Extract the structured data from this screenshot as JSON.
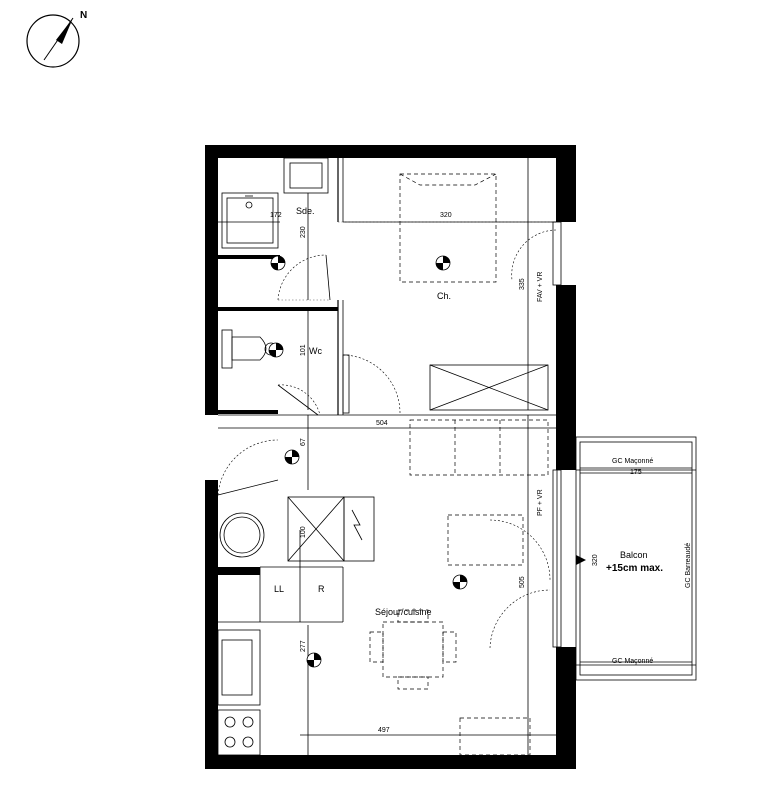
{
  "compass": {
    "north_label": "N"
  },
  "rooms": {
    "sde": "Sde.",
    "wc": "Wc",
    "ch": "Ch.",
    "sejour": "Séjour/cuisine",
    "balcon": "Balcon",
    "balcon_note": "+15cm max.",
    "ll": "LL",
    "r": "R"
  },
  "dimensions": {
    "d172": "172",
    "d320_top": "320",
    "d230": "230",
    "d335": "335",
    "d101": "101",
    "d504": "504",
    "d67": "67",
    "d100": "100",
    "d277": "277",
    "d497": "497",
    "d505": "505",
    "d175": "175",
    "d320_balcon": "320"
  },
  "labels": {
    "fav_vr": "FAV + VR",
    "pf_vr": "PF + VR",
    "gc_maconne_top": "GC Maçonné",
    "gc_maconne_bottom": "GC Maçonné",
    "gc_barreaude": "GC Barreaudé"
  }
}
